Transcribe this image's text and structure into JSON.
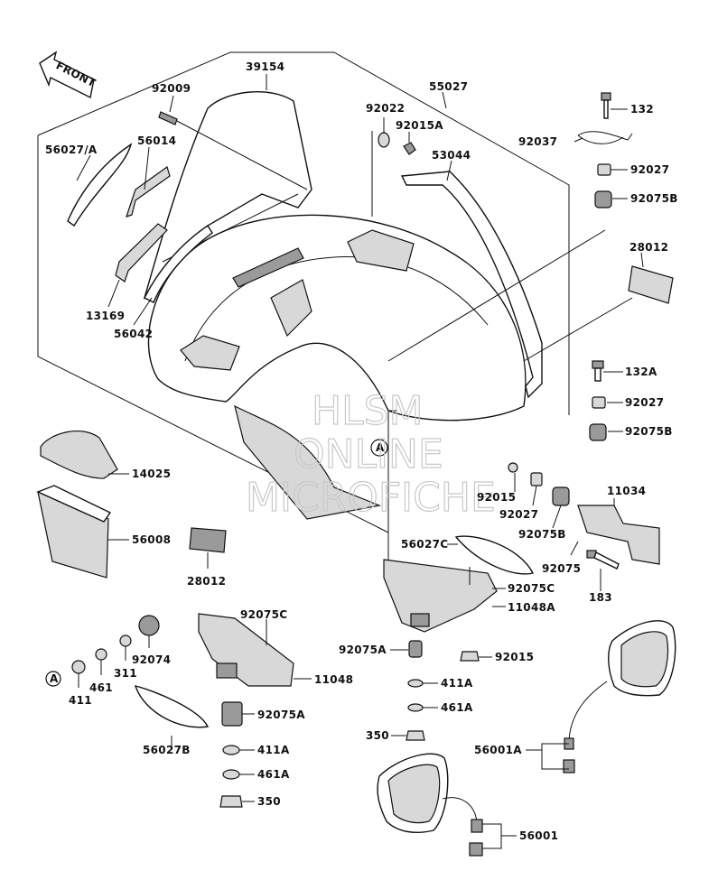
{
  "diagram": {
    "front_arrow_label": "FRONT",
    "watermark": [
      "HLSM",
      "ONLINE",
      "MICROFICHE"
    ],
    "callout_a": "A",
    "part_numbers": {
      "p39154": "39154",
      "p92009": "92009",
      "p55027": "55027",
      "p92022": "92022",
      "p92015a_top": "92015A",
      "p56027a": "56027/A",
      "p56014": "56014",
      "p53044": "53044",
      "p132": "132",
      "p92037": "92037",
      "p92027_top": "92027",
      "p92075b_top": "92075B",
      "p28012_right": "28012",
      "p13169": "13169",
      "p56042": "56042",
      "p132a": "132A",
      "p92027_mid": "92027",
      "p92075b_mid": "92075B",
      "p14025": "14025",
      "p56008": "56008",
      "p28012_left": "28012",
      "p92015_mid": "92015",
      "p92027_low": "92027",
      "p92075b_low": "92075B",
      "p11034": "11034",
      "p92075": "92075",
      "p183": "183",
      "p56027c": "56027C",
      "p92075c_right": "92075C",
      "p11048a": "11048A",
      "p92075c_left": "92075C",
      "p92074": "92074",
      "p311": "311",
      "p461": "461",
      "p411": "411",
      "p11048": "11048",
      "p92075a_right": "92075A",
      "p92015_right": "92015",
      "p411a_right": "411A",
      "p461a_right": "461A",
      "p350_right": "350",
      "p56027b": "56027B",
      "p92075a_left": "92075A",
      "p411a_left": "411A",
      "p461a_left": "461A",
      "p350_left": "350",
      "p56001a": "56001A",
      "p56001": "56001"
    }
  }
}
